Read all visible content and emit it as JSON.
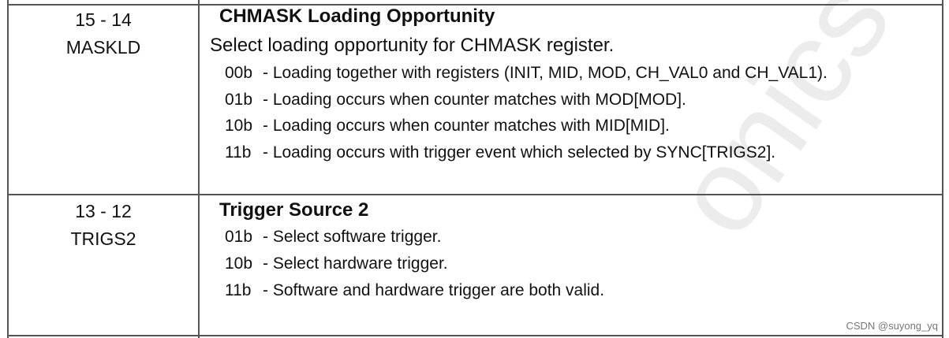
{
  "rows": [
    {
      "bits": "15 - 14",
      "field": "MASKLD",
      "title": "CHMASK Loading Opportunity",
      "description": "Select loading opportunity for CHMASK register.",
      "options": [
        {
          "code": "00b",
          "text": "- Loading together with registers (INIT, MID, MOD, CH_VAL0 and CH_VAL1)."
        },
        {
          "code": "01b",
          "text": "- Loading occurs when counter matches with MOD[MOD]."
        },
        {
          "code": "10b",
          "text": "- Loading occurs when counter matches with MID[MID]."
        },
        {
          "code": "11b",
          "text": "- Loading occurs with trigger event which selected by SYNC[TRIGS2]."
        }
      ]
    },
    {
      "bits": "13 - 12",
      "field": "TRIGS2",
      "title": "Trigger Source 2",
      "options": [
        {
          "code": "01b",
          "text": "- Select software trigger."
        },
        {
          "code": "10b",
          "text": "- Select hardware trigger."
        },
        {
          "code": "11b",
          "text": "- Software and hardware trigger are both valid."
        }
      ]
    }
  ],
  "watermark": "onics",
  "credit": "CSDN @suyong_yq"
}
